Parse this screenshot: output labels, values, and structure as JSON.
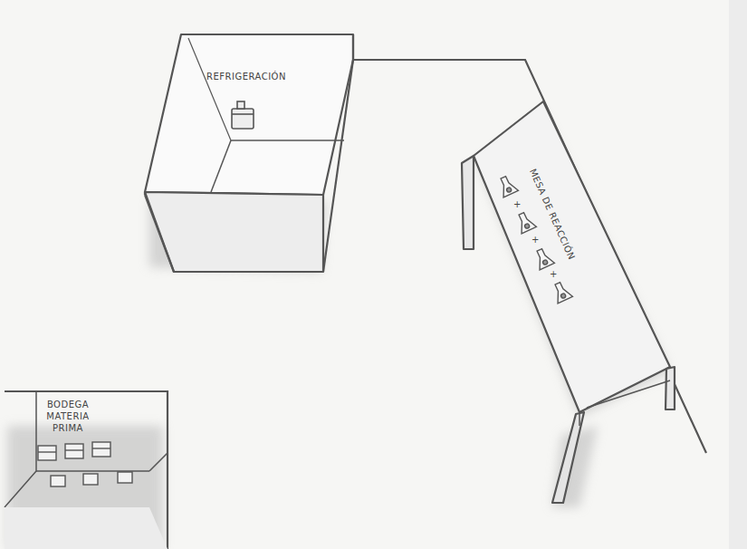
{
  "diagram": {
    "nodes": [
      {
        "text": [
          "REFRIGERACIÓN"
        ]
      },
      {
        "text": [
          "MESA DE REACCIÓN"
        ]
      },
      {
        "text": [
          "BODEGA MATERIA PRIMA"
        ]
      }
    ],
    "labels": [
      "+",
      "+",
      "+"
    ]
  }
}
